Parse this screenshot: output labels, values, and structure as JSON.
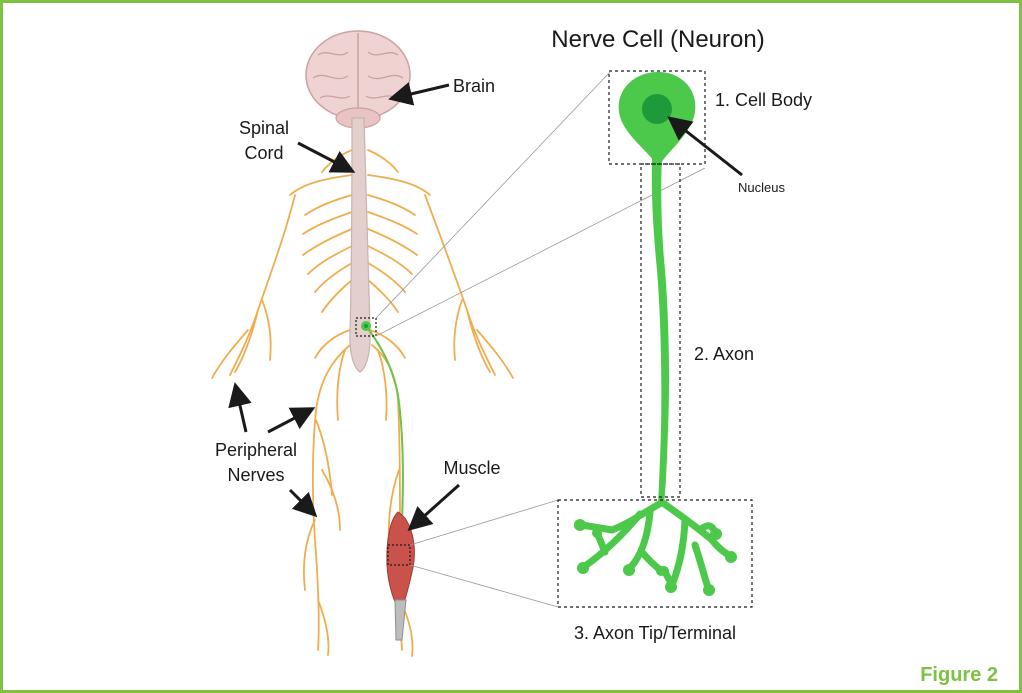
{
  "title": "Nerve Cell (Neuron)",
  "figure_label": "Figure 2",
  "body_labels": {
    "brain": "Brain",
    "spinal_line1": "Spinal",
    "spinal_line2": "Cord",
    "peripheral_line1": "Peripheral",
    "peripheral_line2": "Nerves",
    "muscle": "Muscle"
  },
  "neuron_labels": {
    "cell_body": "1. Cell Body",
    "nucleus": "Nucleus",
    "axon": "2. Axon",
    "axon_tip": "3. Axon Tip/Terminal"
  },
  "colors": {
    "frame": "#7dc242",
    "neuron": "#4cc84a",
    "nucleus": "#1f9a3a",
    "nerves": "#f0ad4e",
    "spine": "#e3cfcc",
    "muscle": "#c9534a"
  }
}
